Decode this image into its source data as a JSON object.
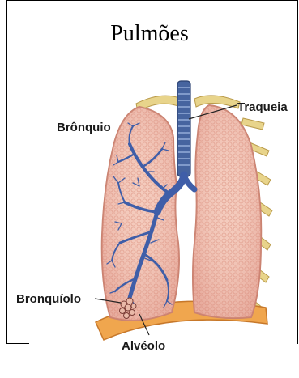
{
  "title": "Pulmões",
  "labels": {
    "trachea": "Traqueia",
    "bronchus": "Brônquio",
    "bronchiole": "Bronquíolo",
    "alveolus": "Alvéolo"
  },
  "colors": {
    "lung_fill": "#f2c3b3",
    "lung_edge": "#d98f7e",
    "airway": "#3f5ea8",
    "cartilage": "#e6d38a",
    "diaphragm": "#f0a64e"
  }
}
